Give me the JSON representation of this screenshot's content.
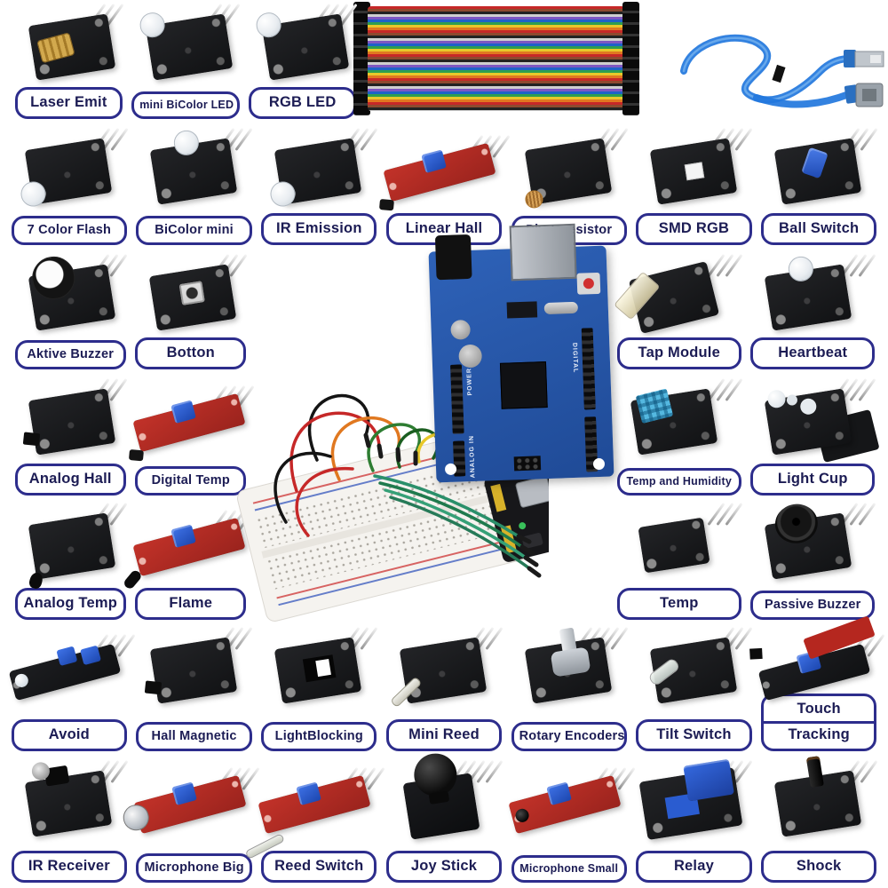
{
  "title": "Arduino starter kit sensor modules collage",
  "colors": {
    "background": "#ffffff",
    "label_border": "#2d2d8c",
    "label_text": "#1c1c54",
    "pcb_black": "#18191b",
    "pcb_red": "#b52a22",
    "trimmer_blue": "#2a56c8",
    "arduino_board_blue": "#2a5cb0",
    "usb_cable_blue": "#2277dd",
    "breadboard_cream": "#f5f3ef"
  },
  "arduino": {
    "power_label": "POWER",
    "analog_label": "ANALOG IN",
    "digital_label": "DIGITAL"
  },
  "modules": {
    "groups": [
      {
        "items": [
          {
            "label": "Laser Emit",
            "variant": "laser",
            "pins": 3
          },
          {
            "label": "mini BiColor LED",
            "variant": "led tl",
            "pins": 3
          },
          {
            "label": "RGB LED",
            "variant": "led tl",
            "pins": 4
          }
        ]
      },
      {
        "items": [
          {
            "label": "7 Color Flash",
            "variant": "led bl",
            "pins": 3
          },
          {
            "label": "BiColor mini",
            "variant": "led tc",
            "pins": 3
          },
          {
            "label": "IR Emission",
            "variant": "led bl",
            "pins": 3
          },
          {
            "label": "Linear Hall",
            "variant": "redlong trimmer sensor-tip",
            "pins": 4
          },
          {
            "label": "Photoresistor",
            "variant": "ldr",
            "pins": 3
          },
          {
            "label": "SMD RGB",
            "variant": "smd",
            "pins": 4
          },
          {
            "label": "Ball Switch",
            "variant": "ball",
            "pins": 3
          }
        ]
      },
      {
        "items": [
          {
            "label": "Aktive Buzzer",
            "variant": "buzzerw",
            "pins": 3
          },
          {
            "label": "Botton",
            "variant": "button",
            "pins": 3
          }
        ]
      },
      {
        "items": [
          {
            "label": "Tap Module",
            "variant": "tap",
            "pins": 3
          },
          {
            "label": "Heartbeat",
            "variant": "led tc",
            "pins": 3
          }
        ]
      },
      {
        "items": [
          {
            "label": "Analog Hall",
            "variant": "sensor-left",
            "pins": 3
          },
          {
            "label": "Digital Temp",
            "variant": "redlong trimmer sensor-tip",
            "pins": 4
          }
        ]
      },
      {
        "items": [
          {
            "label": "Temp and Humidity",
            "variant": "dht",
            "pins": 3
          },
          {
            "label": "Light Cup",
            "variant": "led2",
            "pins": 4
          }
        ]
      },
      {
        "items": [
          {
            "label": "Analog Temp",
            "variant": "sensor-bl",
            "pins": 3
          },
          {
            "label": "Flame",
            "variant": "redlong trimmer flame-tip",
            "pins": 4
          }
        ]
      },
      {
        "items": [
          {
            "label": "Temp",
            "variant": "plain",
            "pins": 3
          },
          {
            "label": "Passive Buzzer",
            "variant": "buzzerb",
            "pins": 3
          }
        ]
      },
      {
        "items": [
          {
            "label": "Avoid",
            "variant": "blacklong trimmer2 ledsmall",
            "pins": 4
          },
          {
            "label": "Hall Magnetic",
            "variant": "sensor-left",
            "pins": 3
          },
          {
            "label": "LightBlocking",
            "variant": "interrupter",
            "pins": 3
          },
          {
            "label": "Mini Reed",
            "variant": "reed",
            "pins": 3
          },
          {
            "label": "Rotary Encoders",
            "variant": "encoder",
            "pins": 5
          },
          {
            "label": "Tilt Switch",
            "variant": "tilt",
            "pins": 3
          },
          {
            "label": "Touch",
            "label2": "Tracking",
            "variant": "tracking blacklong trimmer",
            "pins": 3
          }
        ]
      },
      {
        "items": [
          {
            "label": "IR Receiver",
            "variant": "ir",
            "pins": 3
          },
          {
            "label": "Microphone Big",
            "variant": "redlong mic trimmer",
            "pins": 4
          },
          {
            "label": "Reed Switch",
            "variant": "redlong reedg trimmer",
            "pins": 4
          },
          {
            "label": "Joy Stick",
            "variant": "joystick",
            "pins": 5
          },
          {
            "label": "Microphone Small",
            "variant": "redlong micsmall trimmer",
            "pins": 4
          },
          {
            "label": "Relay",
            "variant": "relay",
            "pins": 3
          },
          {
            "label": "Shock",
            "variant": "shock",
            "pins": 3
          }
        ]
      }
    ]
  }
}
